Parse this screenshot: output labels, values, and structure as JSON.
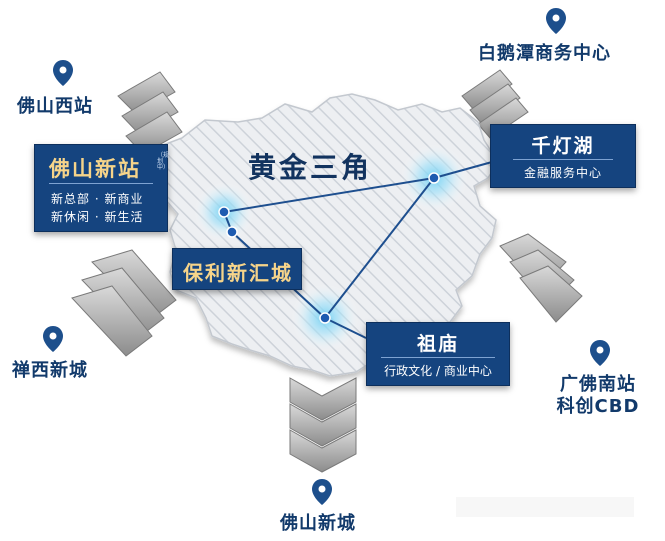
{
  "map": {
    "title": "黄金三角",
    "locations": [
      {
        "id": "foshan-west",
        "label": "佛山西站"
      },
      {
        "id": "baiyutan",
        "label": "白鹅潭商务中心"
      },
      {
        "id": "chanxi",
        "label": "禅西新城"
      },
      {
        "id": "guangfo-south",
        "label_line1": "广佛南站",
        "label_line2": "科创CBD"
      },
      {
        "id": "foshan-newcity",
        "label": "佛山新城"
      }
    ],
    "hubs": {
      "foshan_new_station": {
        "title": "佛山新站",
        "tag": "（规划中）",
        "line1": "新总部 · 新商业",
        "line2": "新休闲 · 新生活"
      },
      "poly_xinhui": {
        "title": "保利新汇城"
      },
      "qiandeng_lake": {
        "title": "千灯湖",
        "subtitle": "金融服务中心"
      },
      "zumiao": {
        "title": "祖庙",
        "subtitle": "行政文化 / 商业中心"
      }
    },
    "colors": {
      "navy": "#15447f",
      "gold_text": "#f6d48a",
      "label_text": "#123a6b",
      "glow": "#7fd3f2",
      "node": "#1e5bb0",
      "region_fill": "#e9ebee",
      "hatch": "#c9ced6",
      "arrow": "#9a9a9a",
      "pin": "#1d4f8c"
    }
  }
}
